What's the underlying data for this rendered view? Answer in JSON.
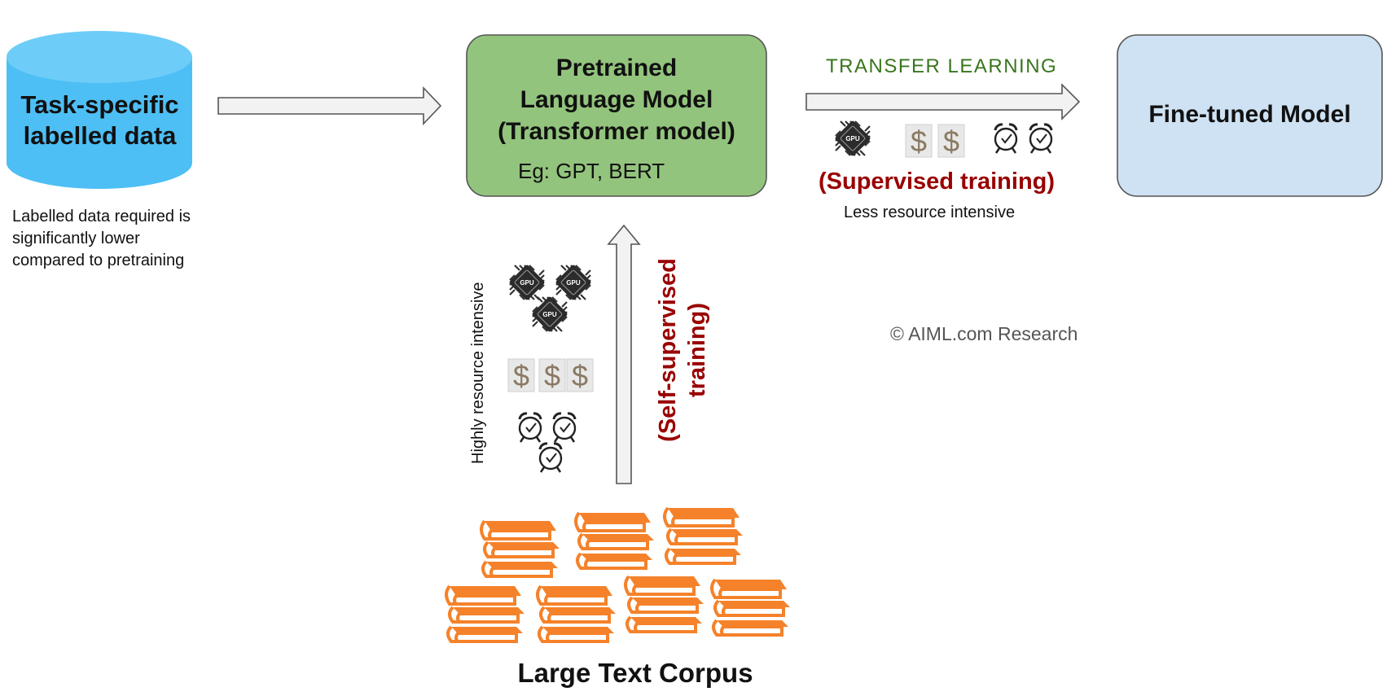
{
  "diagram": {
    "task_data": {
      "label_line1": "Task-specific",
      "label_line2": "labelled data",
      "note_line1": "Labelled data required is",
      "note_line2": "significantly lower",
      "note_line3": "compared to pretraining"
    },
    "pretrained_model": {
      "line1": "Pretrained",
      "line2": "Language Model",
      "line3": "(Transformer model)",
      "example": "Eg: GPT, BERT"
    },
    "transfer": {
      "title": "TRANSFER LEARNING",
      "mode": "(Supervised training)",
      "resource": "Less resource intensive"
    },
    "finetuned": {
      "label": "Fine-tuned Model"
    },
    "pretraining": {
      "resource_label": "Highly  resource intensive",
      "mode_line1": "(Self-supervised",
      "mode_line2": "training)"
    },
    "corpus": {
      "label": "Large Text Corpus"
    },
    "icon_text": {
      "gpu": "GPU",
      "dollar": "$"
    },
    "copyright": "© AIML.com Research",
    "colors": {
      "cylinder": "#4dbff5",
      "pretrained_box": "#93c47d",
      "finetuned_box": "#cfe2f3",
      "transfer_title": "#38761d",
      "training_text": "#990000",
      "books": "#f5822a"
    }
  }
}
